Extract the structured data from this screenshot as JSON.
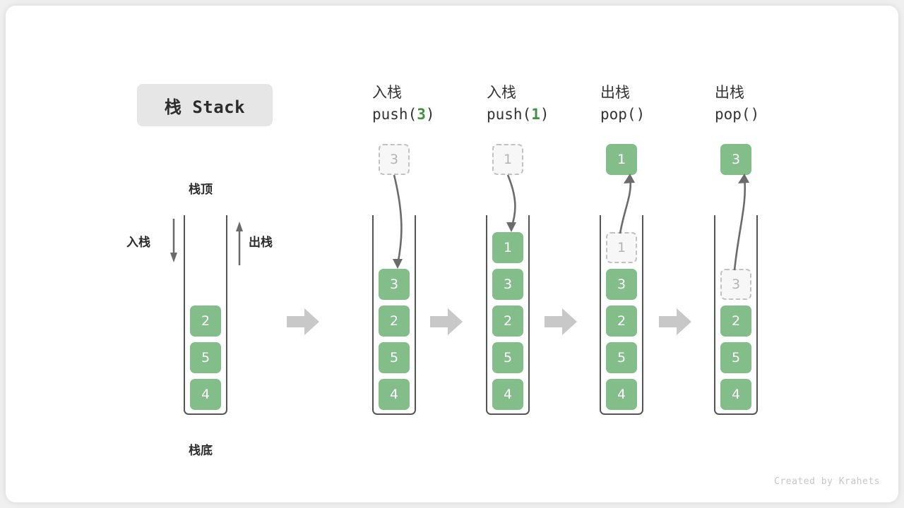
{
  "title": {
    "text": "栈 Stack"
  },
  "overview": {
    "top_label": "栈顶",
    "bottom_label": "栈底",
    "push_label": "入栈",
    "pop_label": "出栈",
    "cells": [
      "2",
      "5",
      "4"
    ]
  },
  "credit": "Created by Krahets",
  "colors": {
    "cell_green": "#82bd8a",
    "cell_text": "#ffffff",
    "ghost_fill": "#f7f7f7",
    "ghost_border": "#c2c2c2",
    "ghost_text": "#b4b4b4",
    "container_stroke": "#555555",
    "arrow_gray": "#6b6b6b",
    "big_arrow_gray": "#c8c8c8",
    "accent_green": "#3f9142",
    "title_chip_bg": "#e6e6e6",
    "card_bg": "#ffffff",
    "page_bg": "#f0f0f0"
  },
  "steps": [
    {
      "heading_cn": "入栈",
      "heading_code_prefix": "push(",
      "heading_code_arg": "3",
      "heading_code_suffix": ")",
      "operation": "push",
      "floating_cell": {
        "value": "3",
        "style": "ghost"
      },
      "stack_cells": [
        "3",
        "2",
        "5",
        "4"
      ],
      "inner_ghost": null
    },
    {
      "heading_cn": "入栈",
      "heading_code_prefix": "push(",
      "heading_code_arg": "1",
      "heading_code_suffix": ")",
      "operation": "push",
      "floating_cell": {
        "value": "1",
        "style": "ghost"
      },
      "stack_cells": [
        "1",
        "3",
        "2",
        "5",
        "4"
      ],
      "inner_ghost": null
    },
    {
      "heading_cn": "出栈",
      "heading_code_prefix": "pop(",
      "heading_code_arg": "",
      "heading_code_suffix": ")",
      "operation": "pop",
      "floating_cell": {
        "value": "1",
        "style": "green"
      },
      "stack_cells": [
        "3",
        "2",
        "5",
        "4"
      ],
      "inner_ghost": {
        "value": "1"
      }
    },
    {
      "heading_cn": "出栈",
      "heading_code_prefix": "pop(",
      "heading_code_arg": "",
      "heading_code_suffix": ")",
      "operation": "pop",
      "floating_cell": {
        "value": "3",
        "style": "green"
      },
      "stack_cells": [
        "2",
        "5",
        "4"
      ],
      "inner_ghost": {
        "value": "3"
      }
    }
  ]
}
